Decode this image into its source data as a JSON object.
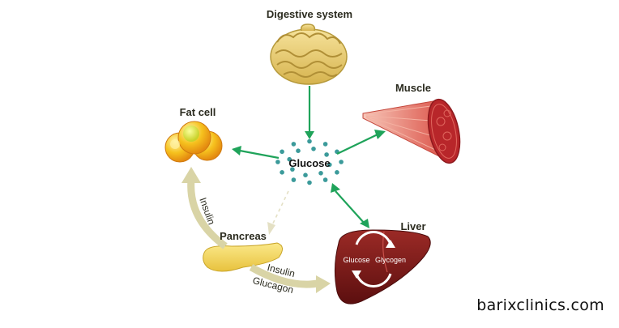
{
  "labels": {
    "digestive": "Digestive system",
    "muscle": "Muscle",
    "fat_cell": "Fat cell",
    "glucose_center": "Glucose",
    "pancreas": "Pancreas",
    "liver": "Liver",
    "insulin_left": "Insulin",
    "insulin_bottom": "Insulin",
    "glucagon": "Glucagon",
    "liver_glucose": "Glucose",
    "liver_glycogen": "Glycogen"
  },
  "watermark": "barixclinics.com",
  "colors": {
    "arrow_green": "#1fa35a",
    "glucose_dot": "#3b9a9a",
    "flow_arrow": "#d9d4a6",
    "liver": "#7a1a1a",
    "pancreas": "#f1d65a",
    "fat": "#f4b71c",
    "muscle": "#e8786a",
    "intestine": "#e9cf78"
  }
}
